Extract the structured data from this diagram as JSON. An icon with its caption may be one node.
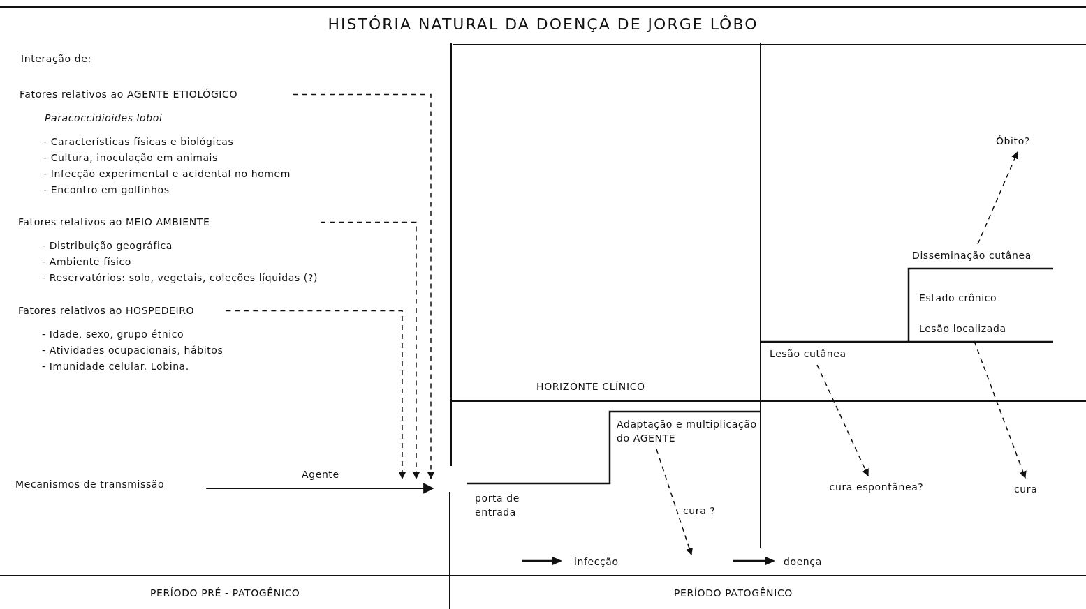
{
  "diagram": {
    "title": "HISTÓRIA NATURAL DA DOENÇA DE JORGE LÔBO",
    "nodes": [
      {
        "text": [
          "Fatores relativos ao AGENTE ETIOLÓGICO",
          "Paracoccidioides loboi",
          "- Características físicas e biológicas",
          "- Cultura, inoculação em animais",
          "- Infecção experimental e acidental no homem",
          "- Encontro em golfinhos"
        ]
      },
      {
        "text": [
          "Fatores relativos ao MEIO AMBIENTE",
          "- Distribuição geográfica",
          "- Ambiente físico",
          "- Reservatórios: solo, vegetais, coleções líquidas (?)"
        ]
      },
      {
        "text": [
          "Fatores relativos ao HOSPEDEIRO",
          "- Idade, sexo, grupo étnico",
          "- Atividades ocupacionais, hábitos",
          "- Imunidade celular. Lobina."
        ]
      },
      {
        "text": [
          "Mecanismos de transmissão"
        ]
      },
      {
        "text": [
          "Óbito?"
        ]
      },
      {
        "text": [
          "Disseminação cutânea"
        ]
      },
      {
        "text": [
          "Lesão localizada"
        ]
      },
      {
        "text": [
          "Lesão cutânea"
        ]
      },
      {
        "text": [
          "Adaptação e multiplicação do AGENTE"
        ]
      },
      {
        "text": [
          "cura espontânea?"
        ]
      },
      {
        "text": [
          "cura"
        ]
      }
    ],
    "edges": [
      {
        "from": 0,
        "to": null,
        "arrow": "to",
        "style": "dashed"
      },
      {
        "from": 1,
        "to": null,
        "arrow": "to",
        "style": "dashed"
      },
      {
        "from": 2,
        "to": null,
        "arrow": "to",
        "style": "dashed"
      },
      {
        "from": 3,
        "to": null,
        "arrow": "to",
        "label": "Agente"
      },
      {
        "from": 8,
        "to": null,
        "arrow": "to",
        "style": "dashed",
        "label": "cura ?"
      },
      {
        "from": 7,
        "to": 9,
        "arrow": "to",
        "style": "dashed"
      },
      {
        "from": 6,
        "to": 10,
        "arrow": "to",
        "style": "dashed"
      },
      {
        "from": 5,
        "to": 4,
        "arrow": "to",
        "style": "dashed"
      }
    ],
    "labels": [
      "Interação de:",
      "Estado crônico",
      "HORIZONTE CLÍNICO",
      "porta de entrada",
      "infecção",
      "doença",
      "PERÍODO PRÉ - PATOGÊNICO",
      "PERÍODO PATOGÊNICO"
    ]
  }
}
